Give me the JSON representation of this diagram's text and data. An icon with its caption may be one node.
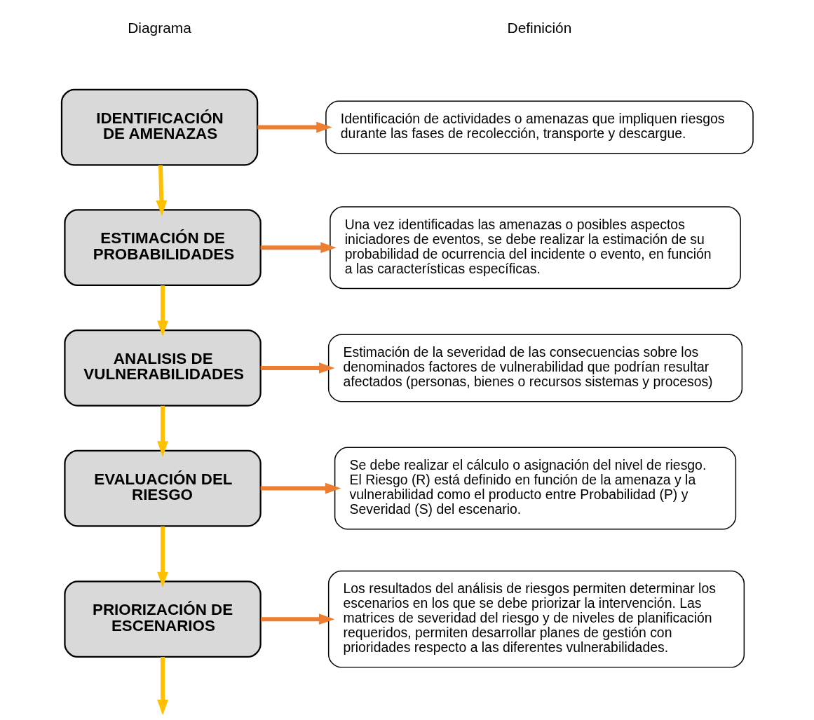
{
  "diagram": {
    "nodes": [
      {
        "text": [
          "IDENTIFICACIÓN DE AMENAZAS"
        ]
      },
      {
        "text": [
          "ESTIMACIÓN DE PROBABILIDADES"
        ]
      },
      {
        "text": [
          "ANALISIS DE VULNERABILIDADES"
        ]
      },
      {
        "text": [
          "EVALUACIÓN DEL RIESGO"
        ]
      },
      {
        "text": [
          "PRIORIZACIÓN DE ESCENARIOS"
        ]
      },
      {
        "text": [
          "Identificación de actividades o amenazas que impliquen riesgos durante las fases de recolección, transporte y descargue."
        ]
      },
      {
        "text": [
          "Una vez identificadas las amenazas o posibles aspectos iniciadores de eventos, se debe realizar la estimación de su probabilidad de ocurrencia del incidente o evento, en función a las características específicas."
        ]
      },
      {
        "text": [
          "Estimación de la severidad de las consecuencias sobre los denominados factores de vulnerabilidad que podrían resultar afectados (personas, bienes o recursos sistemas y procesos)"
        ]
      },
      {
        "text": [
          "Se debe realizar el cálculo o asignación del nivel de riesgo. El Riesgo (R) está definido en función de la amenaza y la vulnerabilidad como el producto entre Probabilidad (P) y Severidad (S) del escenario."
        ]
      },
      {
        "text": [
          "Los resultados del análisis de riesgos permiten determinar los escenarios en los que se debe priorizar la intervención. Las matrices de severidad del riesgo y de niveles de planificación requeridos, permiten desarrollar planes de gestión con prioridades respecto a las diferentes vulnerabilidades."
        ]
      }
    ],
    "edges": [
      {
        "from": 0,
        "to": 5,
        "arrow": "to",
        "color": "#ed7d31"
      },
      {
        "from": 0,
        "to": 1,
        "arrow": "to",
        "color": "#ffc000"
      },
      {
        "from": 1,
        "to": 6,
        "arrow": "to",
        "color": "#ed7d31"
      },
      {
        "from": 1,
        "to": 2,
        "arrow": "to",
        "color": "#ffc000"
      },
      {
        "from": 2,
        "to": 7,
        "arrow": "to",
        "color": "#ed7d31"
      },
      {
        "from": 2,
        "to": 3,
        "arrow": "to",
        "color": "#ffc000"
      },
      {
        "from": 3,
        "to": 8,
        "arrow": "to",
        "color": "#ed7d31"
      },
      {
        "from": 3,
        "to": 4,
        "arrow": "to",
        "color": "#ffc000"
      },
      {
        "from": 4,
        "to": 9,
        "arrow": "to",
        "color": "#ed7d31"
      },
      {
        "from": 4,
        "to": null,
        "arrow": "to",
        "color": "#ffc000"
      }
    ],
    "labels": [
      "Diagrama",
      "Definición"
    ]
  }
}
